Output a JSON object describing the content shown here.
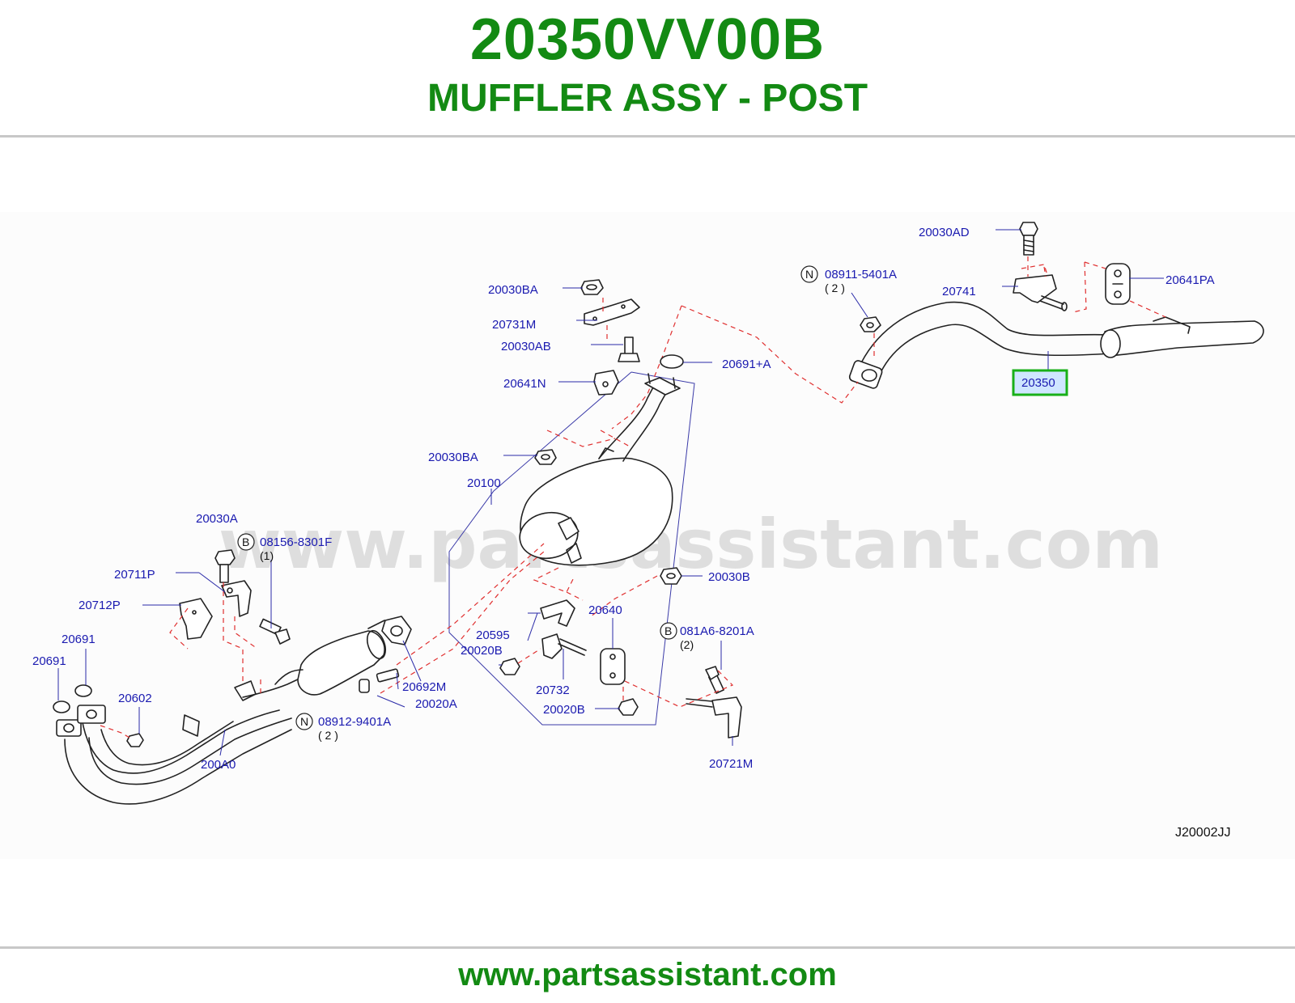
{
  "header": {
    "part_number": "20350VV00B",
    "part_name": "MUFFLER ASSY - POST"
  },
  "footer": {
    "url": "www.partsassistant.com"
  },
  "diagram": {
    "watermark": "www.partsassistant.com",
    "reference_code": "J20002JJ",
    "highlighted_part": "20350",
    "labels": {
      "l_20030AD": "20030AD",
      "l_08911_5401A": "08911-5401A",
      "l_qty2_a": "( 2 )",
      "l_20741": "20741",
      "l_20641PA": "20641PA",
      "l_20030BA_top": "20030BA",
      "l_20731M": "20731M",
      "l_20030AB": "20030AB",
      "l_20641N": "20641N",
      "l_20691A": "20691+A",
      "l_20030BA_mid": "20030BA",
      "l_20100": "20100",
      "l_20030A": "20030A",
      "l_08156_8301F": "08156-8301F",
      "l_qty1": "(1)",
      "l_20711P": "20711P",
      "l_20712P": "20712P",
      "l_20691_a": "20691",
      "l_20691_b": "20691",
      "l_20602": "20602",
      "l_200A0": "200A0",
      "l_08912_9401A": "08912-9401A",
      "l_qty2_b": "( 2 )",
      "l_20020A": "20020A",
      "l_20692M": "20692M",
      "l_20030B": "20030B",
      "l_20640": "20640",
      "l_081A6_8201A": "081A6-8201A",
      "l_qty2_c": "(2)",
      "l_20595": "20595",
      "l_20020B_a": "20020B",
      "l_20732": "20732",
      "l_20020B_b": "20020B",
      "l_20721M": "20721M",
      "marker_N": "N",
      "marker_B": "B"
    }
  }
}
